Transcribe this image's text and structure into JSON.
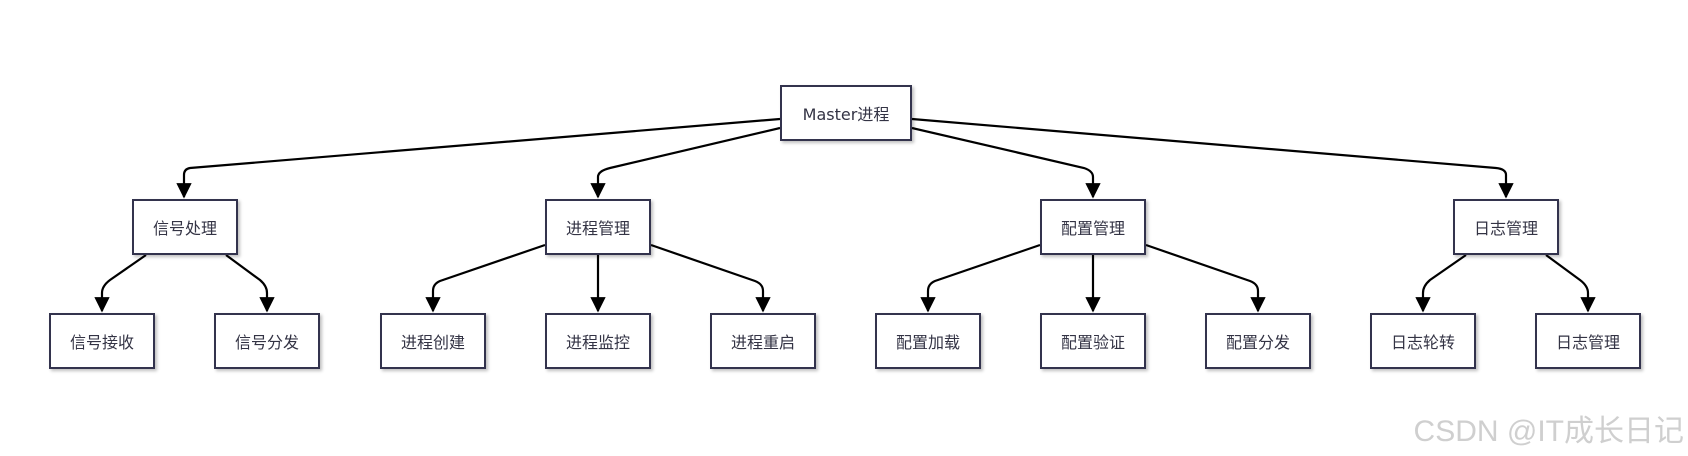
{
  "diagram": {
    "root": {
      "id": "root",
      "label": "Master进程"
    },
    "groups": [
      {
        "id": "signal",
        "label": "信号处理",
        "children": [
          {
            "id": "signal-receive",
            "label": "信号接收"
          },
          {
            "id": "signal-dispatch",
            "label": "信号分发"
          }
        ]
      },
      {
        "id": "process",
        "label": "进程管理",
        "children": [
          {
            "id": "process-create",
            "label": "进程创建"
          },
          {
            "id": "process-monitor",
            "label": "进程监控"
          },
          {
            "id": "process-restart",
            "label": "进程重启"
          }
        ]
      },
      {
        "id": "config",
        "label": "配置管理",
        "children": [
          {
            "id": "config-load",
            "label": "配置加载"
          },
          {
            "id": "config-verify",
            "label": "配置验证"
          },
          {
            "id": "config-dispatch",
            "label": "配置分发"
          }
        ]
      },
      {
        "id": "log",
        "label": "日志管理",
        "children": [
          {
            "id": "log-rotate",
            "label": "日志轮转"
          },
          {
            "id": "log-manage",
            "label": "日志管理"
          }
        ]
      }
    ]
  },
  "watermark": "CSDN @IT成长日记",
  "colors": {
    "border": "#33334d",
    "edge": "#000000",
    "text": "#333344",
    "watermark": "#cfcfcf"
  }
}
